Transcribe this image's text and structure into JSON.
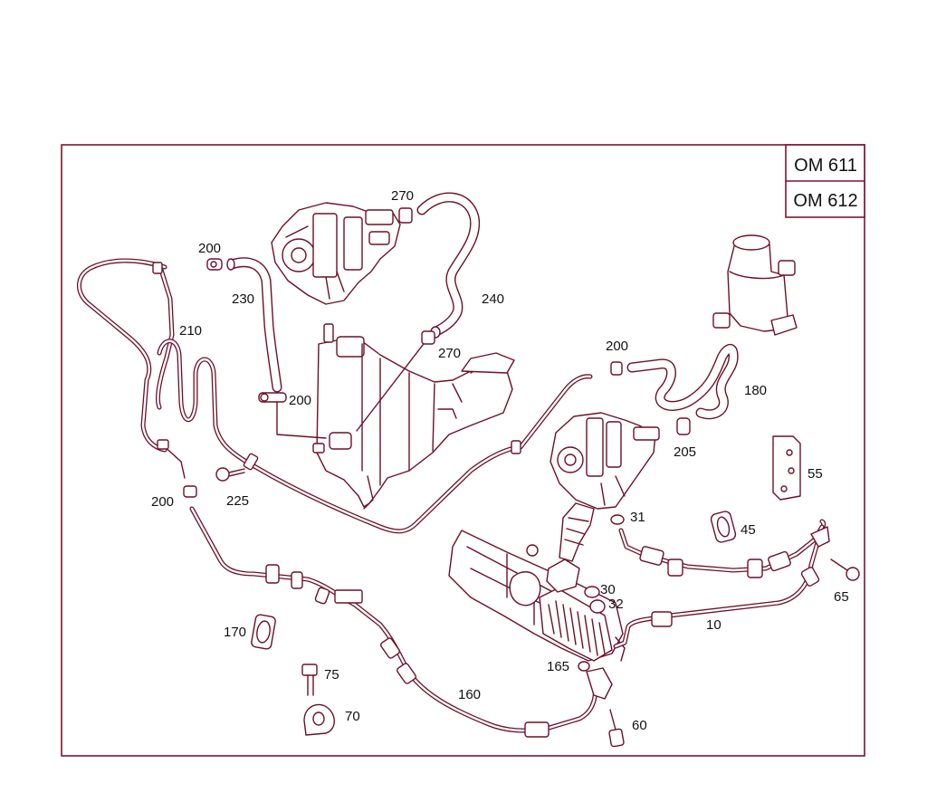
{
  "engines": [
    "OM 611",
    "OM 612"
  ],
  "callouts": {
    "p10": "10",
    "p30": "30",
    "p31": "31",
    "p32": "32",
    "p45": "45",
    "p55": "55",
    "p60": "60",
    "p65": "65",
    "p70": "70",
    "p75": "75",
    "p160": "160",
    "p165": "165",
    "p170": "170",
    "p180": "180",
    "p200a": "200",
    "p200b": "200",
    "p200c": "200",
    "p200d": "200",
    "p205": "205",
    "p210": "210",
    "p225": "225",
    "p230": "230",
    "p240": "240",
    "p270a": "270",
    "p270b": "270"
  },
  "colors": {
    "line": "#6b1026",
    "frame": "#7a1530",
    "text": "#111111"
  }
}
